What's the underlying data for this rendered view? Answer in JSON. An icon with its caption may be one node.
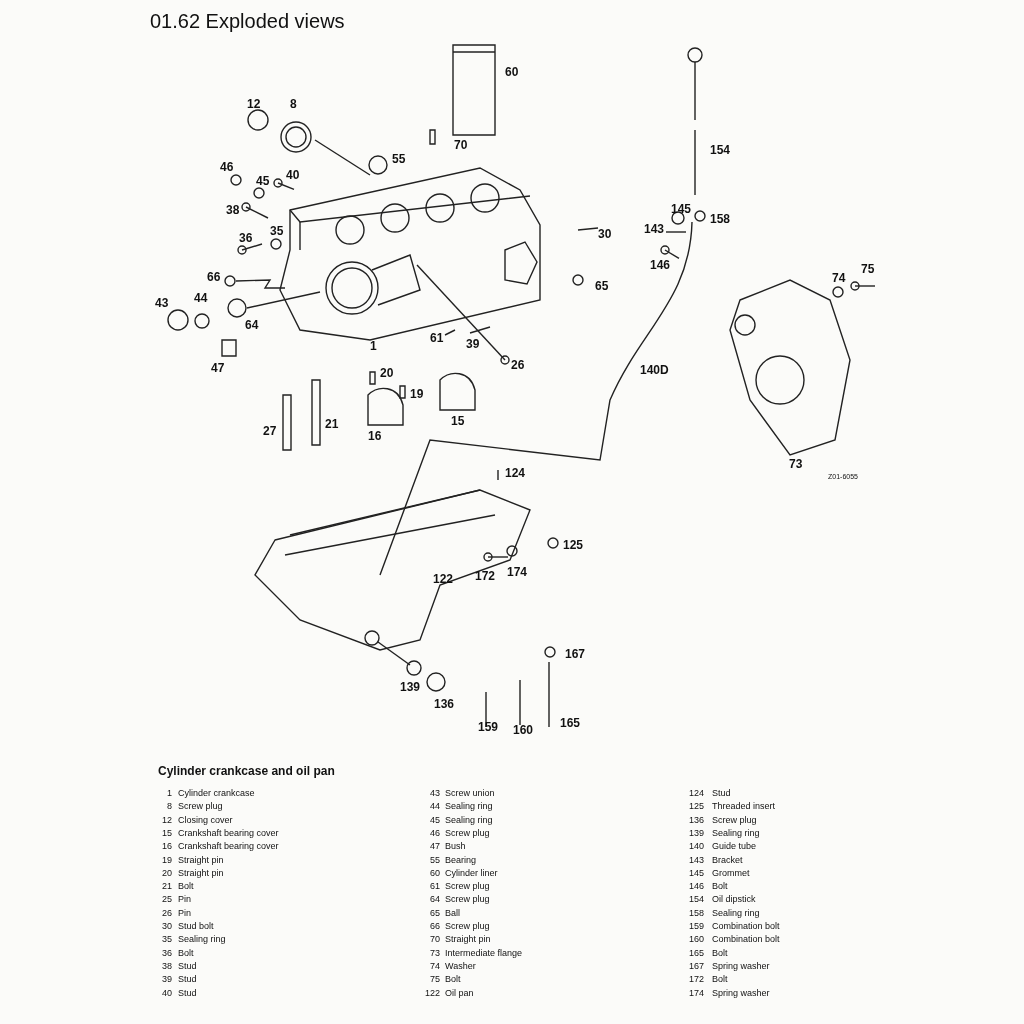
{
  "diagram": {
    "title": "01.62 Exploded views",
    "labels": [
      "12",
      "8",
      "60",
      "70",
      "55",
      "46",
      "45",
      "40",
      "154",
      "38",
      "35",
      "36",
      "30",
      "145",
      "158",
      "143",
      "146",
      "74",
      "75",
      "66",
      "65",
      "43",
      "44",
      "64",
      "1",
      "61",
      "39",
      "47",
      "20",
      "26",
      "140D",
      "19",
      "21",
      "27",
      "16",
      "15",
      "73",
      "124",
      "125",
      "122",
      "172",
      "174",
      "167",
      "139",
      "136",
      "159",
      "160",
      "165",
      "Z01-6055",
      "Cylinder crankcase and oil pan",
      "1",
      "Cylinder crankcase",
      "43",
      "Screw union",
      "124",
      "Stud",
      "8",
      "Screw plug",
      "44",
      "Sealing ring",
      "125",
      "Threaded insert",
      "12",
      "Closing cover",
      "45",
      "Sealing ring",
      "136",
      "Screw plug",
      "15",
      "Crankshaft bearing cover",
      "46",
      "Screw plug",
      "139",
      "Sealing ring",
      "16",
      "Crankshaft bearing cover",
      "47",
      "Bush",
      "140",
      "Guide tube",
      "19",
      "Straight pin",
      "55",
      "Bearing",
      "143",
      "Bracket",
      "20",
      "Straight pin",
      "60",
      "Cylinder liner",
      "145",
      "Grommet",
      "21",
      "Bolt",
      "61",
      "Screw plug",
      "146",
      "Bolt",
      "25",
      "Pin",
      "64",
      "Screw plug",
      "154",
      "Oil dipstick",
      "26",
      "Pin",
      "65",
      "Ball",
      "158",
      "Sealing ring",
      "30",
      "Stud bolt",
      "66",
      "Screw plug",
      "159",
      "Combination bolt",
      "35",
      "Sealing ring",
      "70",
      "Straight pin",
      "160",
      "Combination bolt",
      "36",
      "Bolt",
      "73",
      "Intermediate flange",
      "165",
      "Bolt",
      "38",
      "Stud",
      "74",
      "Washer",
      "167",
      "Spring washer",
      "39",
      "Stud",
      "75",
      "Bolt",
      "172",
      "Bolt",
      "40",
      "Stud",
      "122",
      "Oil pan",
      "174",
      "Spring washer"
    ]
  }
}
